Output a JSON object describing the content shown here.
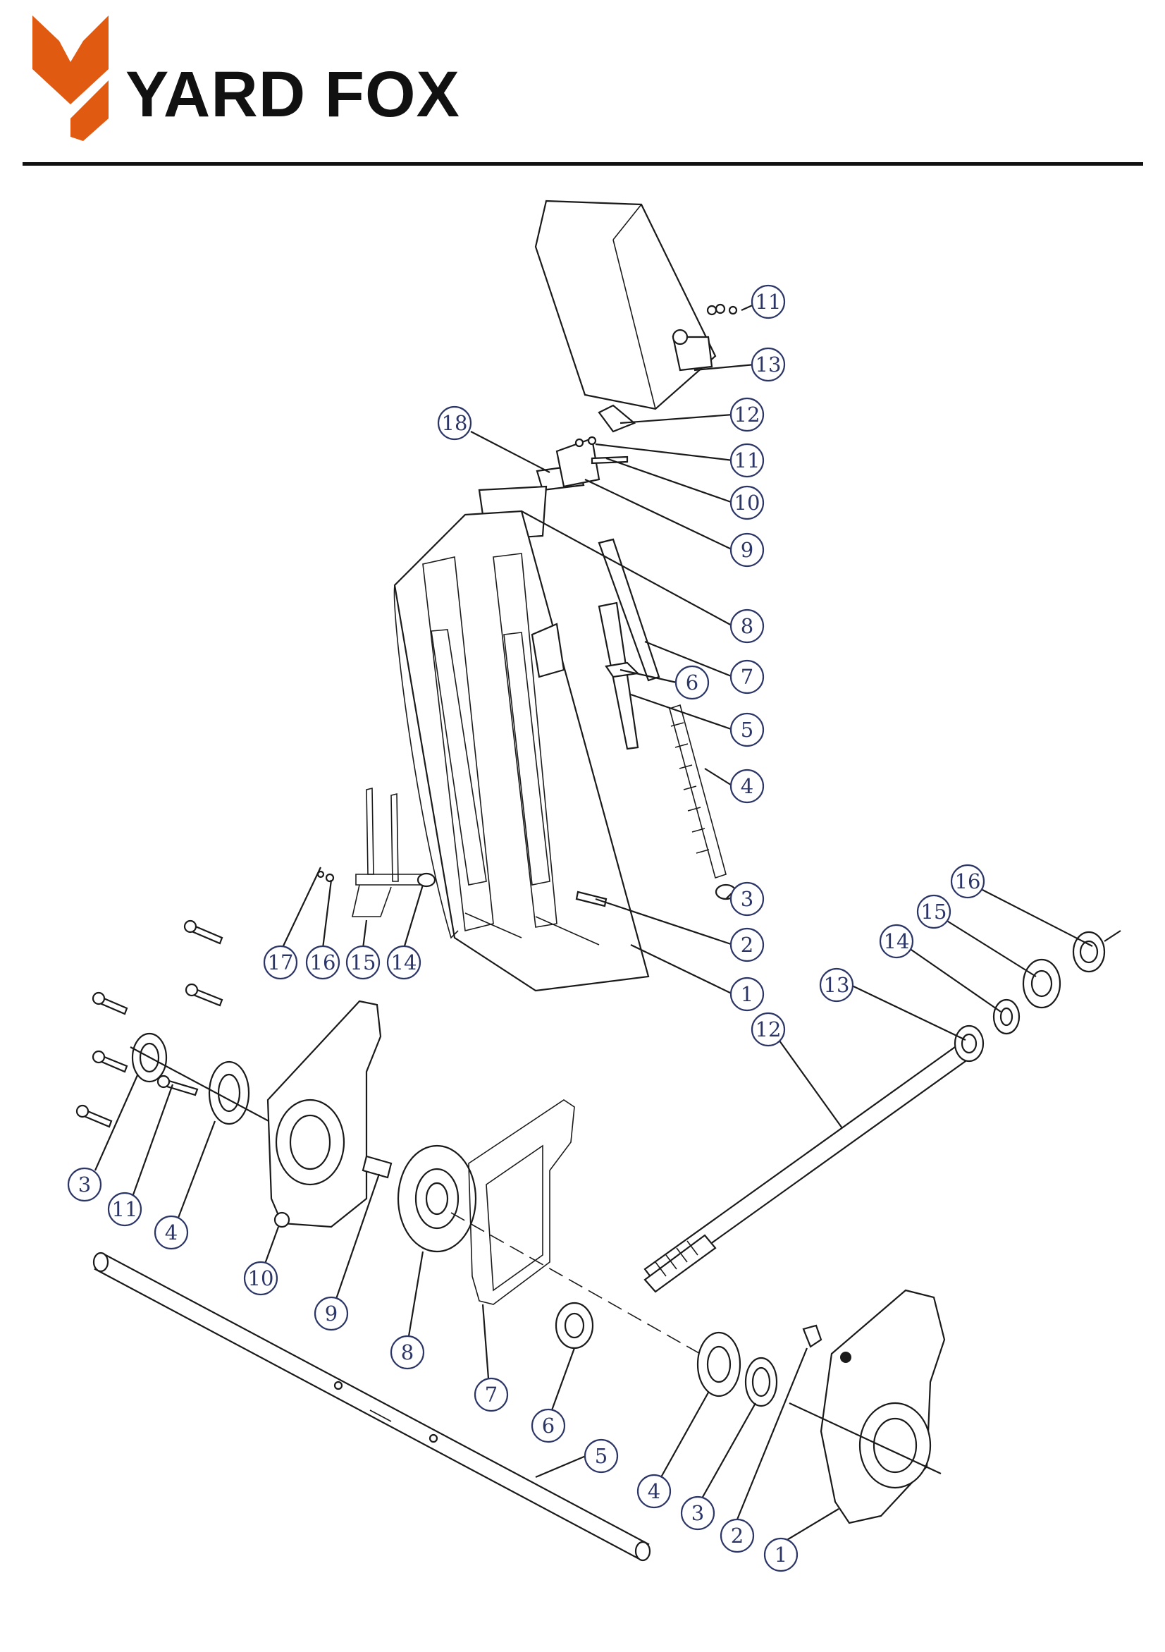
{
  "brand": {
    "name": "YARD FOX",
    "logo_icon": "fox-logo-icon",
    "accent_color": "#e05a12",
    "text_color": "#111111"
  },
  "diagram": {
    "callout_color": "#2b3566",
    "upper_assembly_callouts": [
      "11",
      "13",
      "12",
      "18",
      "11",
      "10",
      "9",
      "8",
      "7",
      "6",
      "5",
      "4",
      "3",
      "2",
      "1",
      "17",
      "16",
      "15",
      "14"
    ],
    "auger_shaft_callouts": [
      "16",
      "15",
      "14",
      "13",
      "12"
    ],
    "gearbox_callouts": [
      "3",
      "11",
      "4",
      "10",
      "9",
      "8",
      "7",
      "6",
      "5",
      "4",
      "3",
      "2",
      "1"
    ]
  }
}
